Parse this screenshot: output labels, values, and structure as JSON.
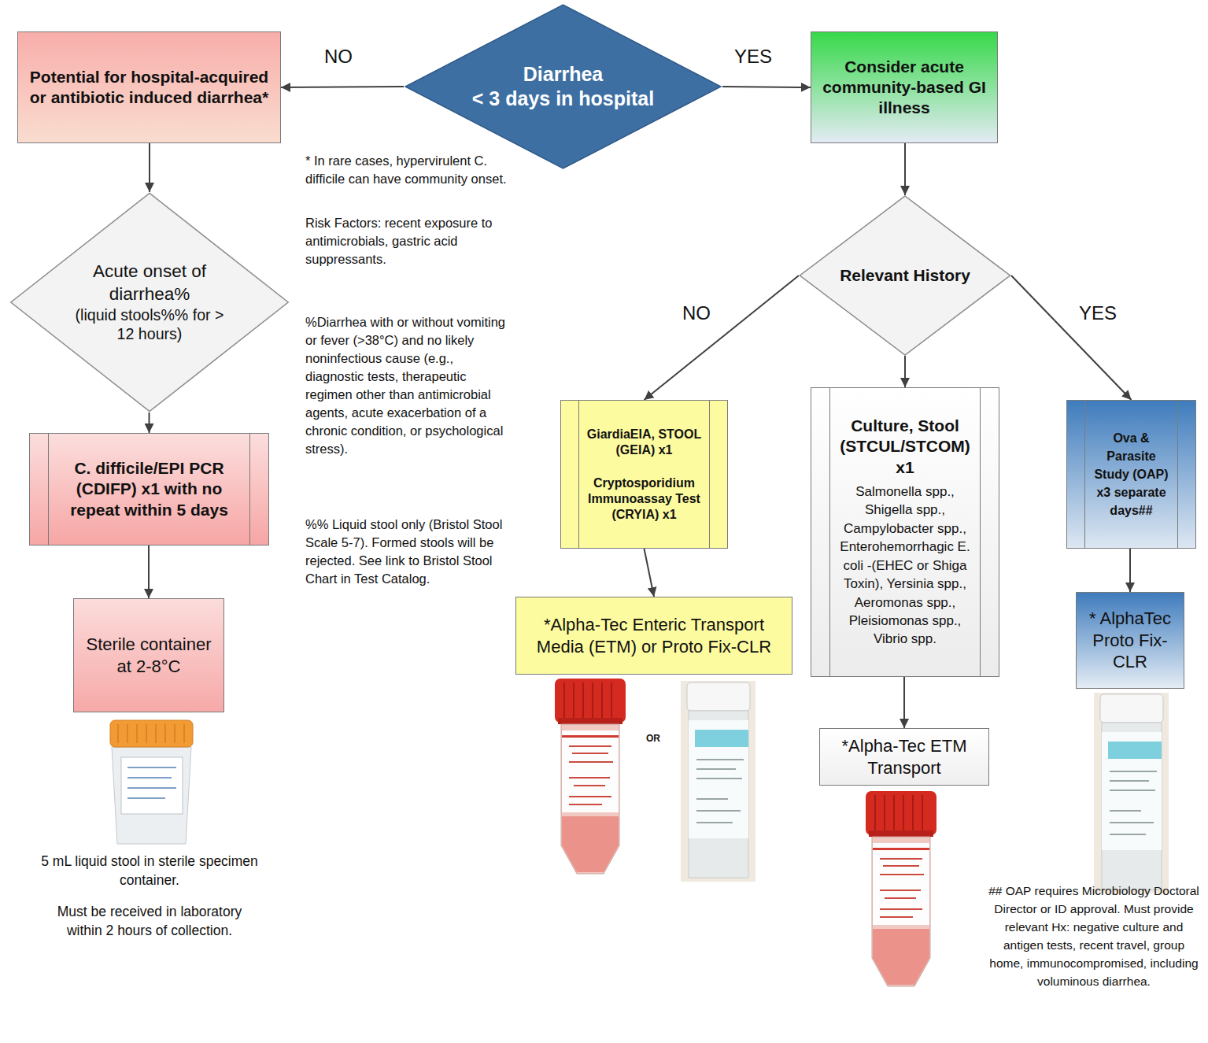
{
  "diagram": {
    "nodes": [
      {
        "text": [
          "Diarrhea",
          "< 3 days in hospital"
        ]
      },
      {
        "text": [
          "Potential for hospital-acquired or antibiotic induced diarrhea*"
        ]
      },
      {
        "text": [
          "Consider acute community-based GI illness"
        ]
      },
      {
        "text": [
          "Acute onset of diarrhea%",
          "(liquid stools%% for > 12 hours)"
        ]
      },
      {
        "text": [
          "Relevant History"
        ]
      },
      {
        "text": [
          "C. difficile/EPI PCR (CDIFP) x1 with no repeat within 5 days"
        ]
      },
      {
        "text": [
          "GiardiaEIA, STOOL (GEIA) x1",
          "Cryptosporidium Immunoassay Test (CRYIA) x1"
        ]
      },
      {
        "text": [
          "Culture, Stool (STCUL/STCOM) x1",
          "Salmonella spp., Shigella spp., Campylobacter spp., Enterohemorrhagic E. coli -(EHEC or Shiga Toxin), Yersinia spp., Aeromonas spp., Pleisiomonas spp., Vibrio spp."
        ]
      },
      {
        "text": [
          "Ova & Parasite Study (OAP) x3 separate days##"
        ]
      },
      {
        "text": [
          "Sterile container at 2-8°C"
        ]
      },
      {
        "text": [
          "*Alpha-Tec Enteric Transport Media (ETM) or Proto Fix-CLR"
        ]
      },
      {
        "text": [
          "*Alpha-Tec ETM Transport"
        ]
      },
      {
        "text": [
          "* AlphaTec Proto Fix-CLR"
        ]
      }
    ],
    "edges": [
      {
        "from": 0,
        "to": 1,
        "arrow": "to",
        "label": "NO"
      },
      {
        "from": 0,
        "to": 2,
        "arrow": "to",
        "label": "YES"
      },
      {
        "from": 1,
        "to": 3,
        "arrow": "to"
      },
      {
        "from": 3,
        "to": 5,
        "arrow": "to"
      },
      {
        "from": 5,
        "to": 9,
        "arrow": "to"
      },
      {
        "from": 2,
        "to": 4,
        "arrow": "to"
      },
      {
        "from": 4,
        "to": 6,
        "arrow": "to",
        "label": "NO"
      },
      {
        "from": 4,
        "to": 7,
        "arrow": "to"
      },
      {
        "from": 4,
        "to": 8,
        "arrow": "to",
        "label": "YES"
      },
      {
        "from": 6,
        "to": 10,
        "arrow": "to"
      },
      {
        "from": 7,
        "to": 11,
        "arrow": "to"
      },
      {
        "from": 8,
        "to": 12,
        "arrow": "to"
      }
    ],
    "labels": [
      "* In rare cases, hypervirulent C. difficile can have community onset.",
      "Risk Factors: recent exposure to antimicrobials, gastric acid suppressants.",
      "%Diarrhea with or without vomiting or fever (>38°C) and no likely noninfectious cause (e.g., diagnostic tests, therapeutic regimen other than antimicrobial agents, acute exacerbation of a chronic condition, or psychological stress).",
      "%% Liquid stool only (Bristol Stool Scale 5-7). Formed stools will be rejected. See link to Bristol Stool Chart in Test Catalog.",
      "5 mL liquid stool in sterile specimen container.",
      "Must be received in laboratory within 2 hours of collection.",
      "OR",
      "## OAP requires Microbiology Doctoral Director or ID approval. Must provide relevant Hx: negative culture and antigen tests, recent travel, group home, immunocompromised, including voluminous diarrhea."
    ]
  }
}
